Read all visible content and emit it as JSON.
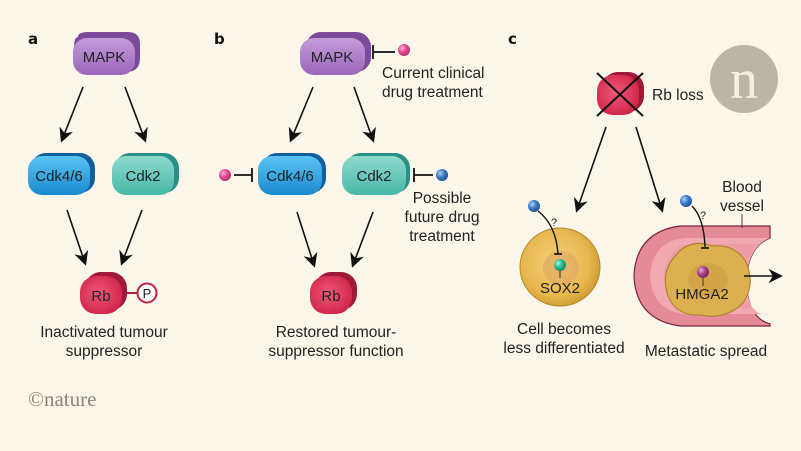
{
  "panels": {
    "a": {
      "label": "a",
      "nodes": {
        "mapk": "MAPK",
        "cdk46": "Cdk4/6",
        "cdk2": "Cdk2",
        "rb": "Rb",
        "phospho": "P"
      },
      "caption": [
        "Inactivated tumour",
        "suppressor"
      ]
    },
    "b": {
      "label": "b",
      "nodes": {
        "mapk": "MAPK",
        "cdk46": "Cdk4/6",
        "cdk2": "Cdk2",
        "rb": "Rb"
      },
      "current_drug": [
        "Current clinical",
        "drug treatment"
      ],
      "future_drug": [
        "Possible",
        "future drug",
        "treatment"
      ],
      "caption": [
        "Restored tumour-",
        "suppressor function"
      ]
    },
    "c": {
      "label": "c",
      "rb_loss": "Rb loss",
      "sox2": "SOX2",
      "hmga2": "HMGA2",
      "question": "?",
      "blood_vessel": [
        "Blood",
        "vessel"
      ],
      "caption_left": [
        "Cell becomes",
        "less differentiated"
      ],
      "caption_right": "Metastatic spread"
    }
  },
  "branding": {
    "copyright": "©nature",
    "logo_letter": "n"
  },
  "colors": {
    "mapk": "#9a62b8",
    "cdk46": "#1c93d6",
    "cdk2": "#3eb9a8",
    "rb": "#d92c4e",
    "current_drug": "#e0448e",
    "future_drug": "#3b78bf",
    "cell": "#e4b652",
    "vessel": "#e69aa4",
    "background": "#faf6ea"
  }
}
